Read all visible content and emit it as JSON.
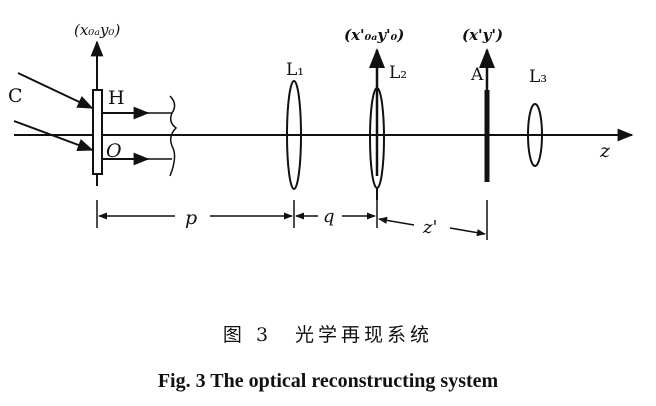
{
  "diagram": {
    "labels": {
      "source": "C",
      "hologram": "H",
      "origin": "O",
      "coord_object": "(x₀ₐy₀)",
      "lens1": "L₁",
      "coord_lens2": "(x'₀ₐy'₀)",
      "lens2": "L₂",
      "coord_image": "(x'y')",
      "aperture": "A",
      "lens3": "L₃",
      "axis": "z"
    },
    "distances": {
      "p": "p",
      "q": "q",
      "z_prime": "z'"
    }
  },
  "caption": {
    "cn": "图 3　光学再现系统",
    "en": "Fig. 3   The optical reconstructing system"
  }
}
